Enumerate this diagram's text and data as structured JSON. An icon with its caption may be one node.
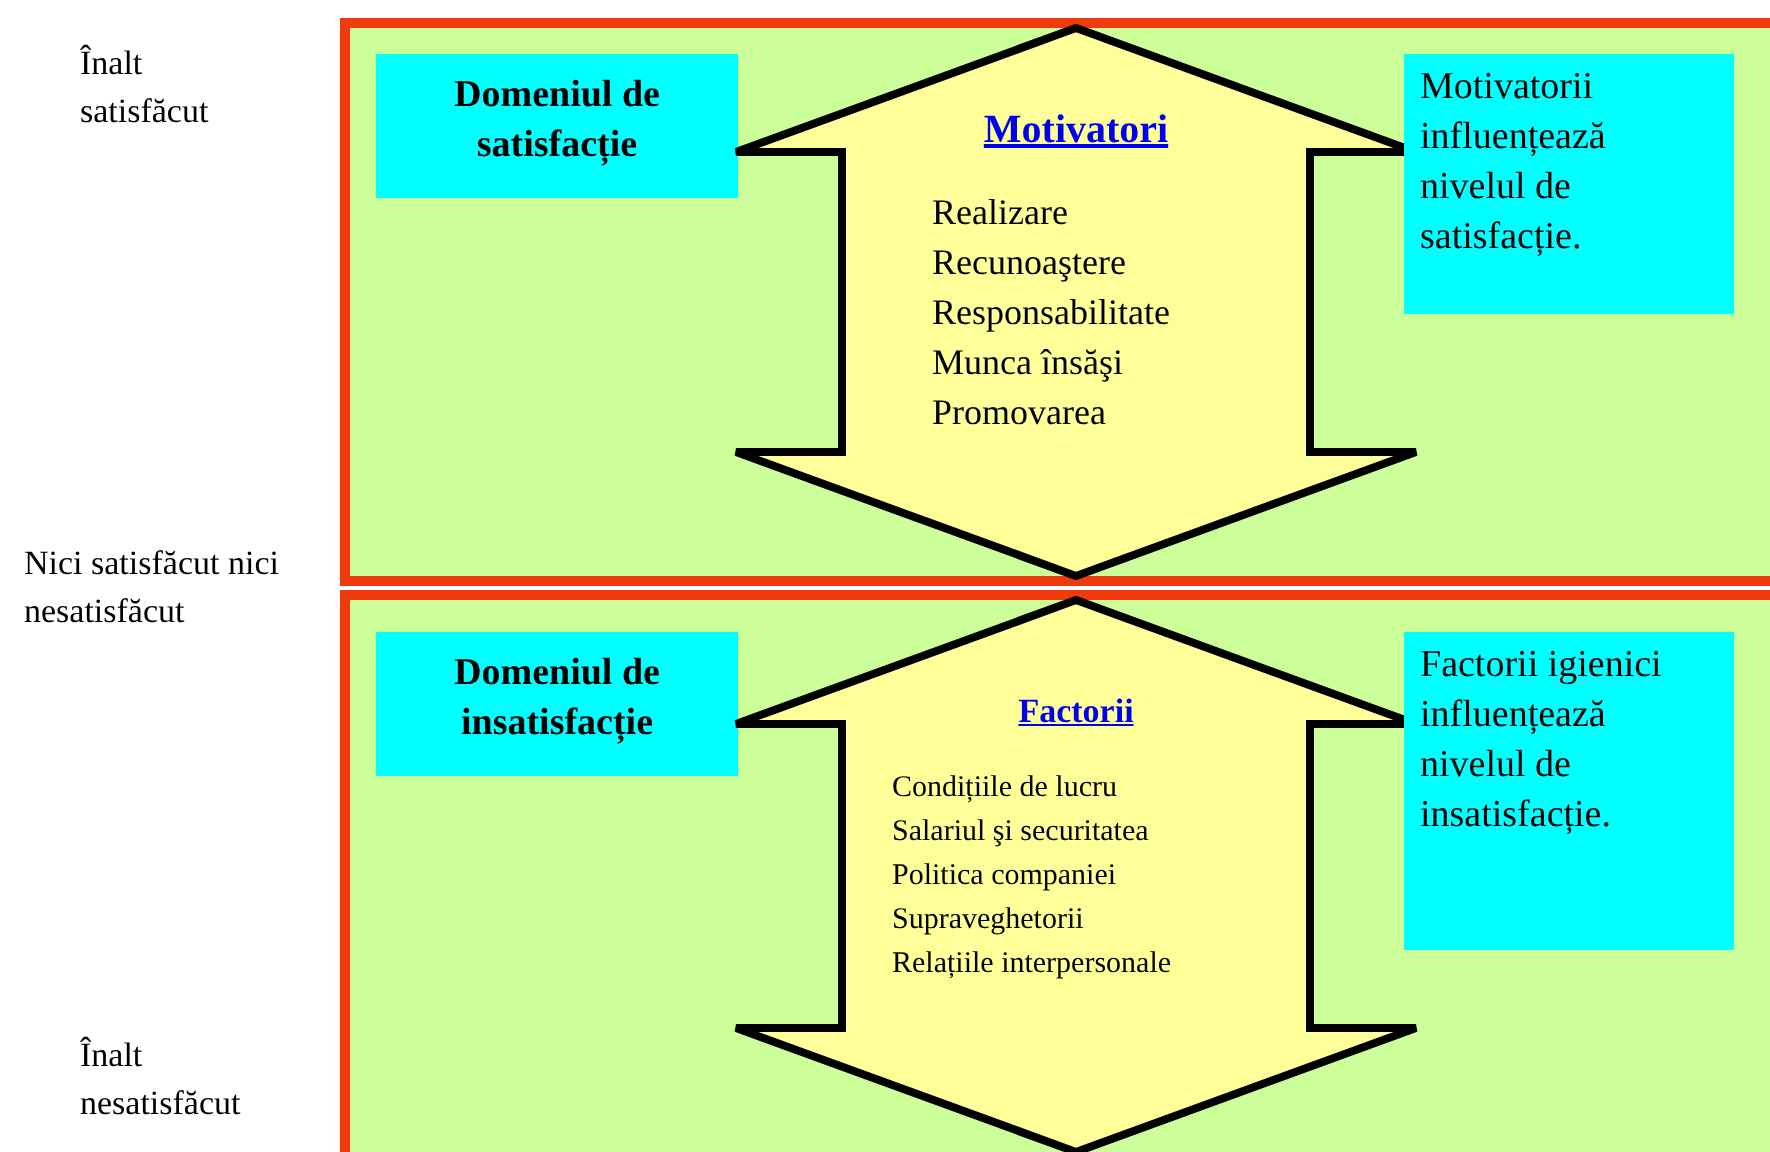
{
  "diagram": {
    "nodes": [
      {
        "text": [],
        "shape": "box"
      },
      {
        "text": [
          "Domeniul de satisfacție"
        ],
        "in": 0
      },
      {
        "text": [
          "Motivatori",
          "Realizare",
          "Recunoaştere",
          "Responsabilitate",
          "Munca însăşi",
          "Promovarea"
        ],
        "in": 0
      },
      {
        "text": [
          "Motivatorii influențează nivelul de satisfacție."
        ],
        "in": 0
      },
      {
        "text": [],
        "shape": "box"
      },
      {
        "text": [
          "Domeniul de insatisfacție"
        ],
        "in": 4
      },
      {
        "text": [
          "Factorii",
          "Condițiile de lucru",
          "Salariul şi securitatea",
          "Politica companiei",
          "Supraveghetorii",
          "Relațiile interpersonale"
        ],
        "in": 4
      },
      {
        "text": [
          "Factorii igienici influențează nivelul de insatisfacție."
        ],
        "in": 4
      }
    ],
    "labels": [
      "Înalt satisfăcut",
      "Nici satisfăcut nici nesatisfăcut",
      "Înalt nesatisfăcut"
    ]
  }
}
